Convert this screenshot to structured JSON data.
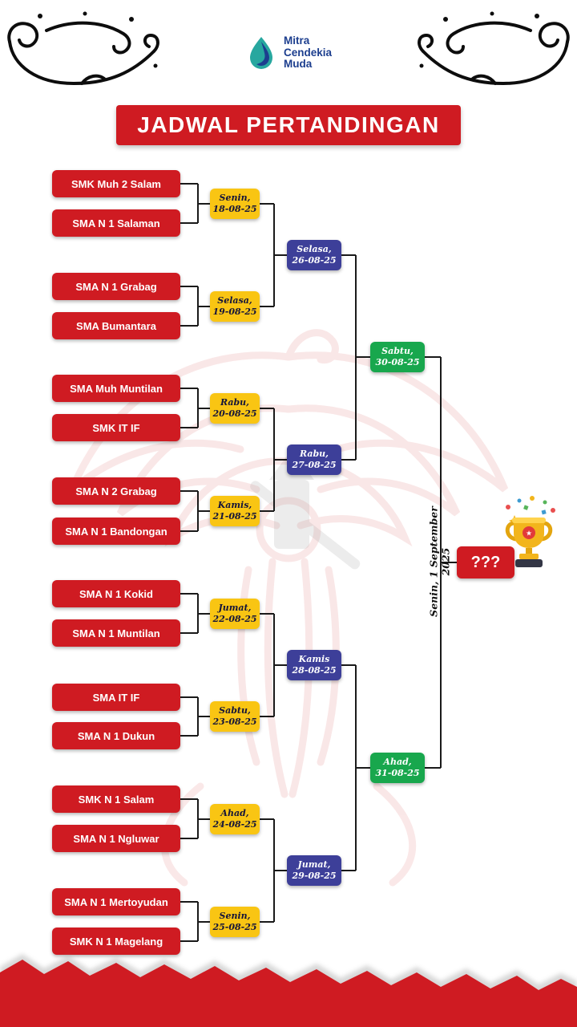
{
  "logo": {
    "line1": "Mitra",
    "line2": "Cendekia",
    "line3": "Muda"
  },
  "title": "JADWAL PERTANDINGAN",
  "bracket": {
    "teams": [
      "SMK Muh 2 Salam",
      "SMA N 1 Salaman",
      "SMA N 1 Grabag",
      "SMA Bumantara",
      "SMA Muh Muntilan",
      "SMK IT IF",
      "SMA N 2 Grabag",
      "SMA N 1 Bandongan",
      "SMA N 1 Kokid",
      "SMA N 1 Muntilan",
      "SMA IT IF",
      "SMA N 1 Dukun",
      "SMK N 1 Salam",
      "SMA N 1 Ngluwar",
      "SMA N 1 Mertoyudan",
      "SMK N 1 Magelang"
    ],
    "round1": [
      {
        "day": "Senin,",
        "date": "18-08-25"
      },
      {
        "day": "Selasa,",
        "date": "19-08-25"
      },
      {
        "day": "Rabu,",
        "date": "20-08-25"
      },
      {
        "day": "Kamis,",
        "date": "21-08-25"
      },
      {
        "day": "Jumat,",
        "date": "22-08-25"
      },
      {
        "day": "Sabtu,",
        "date": "23-08-25"
      },
      {
        "day": "Ahad,",
        "date": "24-08-25"
      },
      {
        "day": "Senin,",
        "date": "25-08-25"
      }
    ],
    "round2": [
      {
        "day": "Selasa,",
        "date": "26-08-25"
      },
      {
        "day": "Rabu,",
        "date": "27-08-25"
      },
      {
        "day": "Kamis",
        "date": "28-08-25"
      },
      {
        "day": "Jumat,",
        "date": "29-08-25"
      }
    ],
    "semifinals": [
      {
        "day": "Sabtu,",
        "date": "30-08-25"
      },
      {
        "day": "Ahad,",
        "date": "31-08-25"
      }
    ],
    "final": {
      "date_label": "Senin, 1 September 2025",
      "champion_placeholder": "???"
    }
  },
  "colors": {
    "primary_red": "#cf1b22",
    "gold": "#f9c513",
    "indigo": "#3d3f99",
    "green": "#18a74d",
    "logo_blue": "#1c3e8e",
    "logo_teal": "#27a79f"
  }
}
